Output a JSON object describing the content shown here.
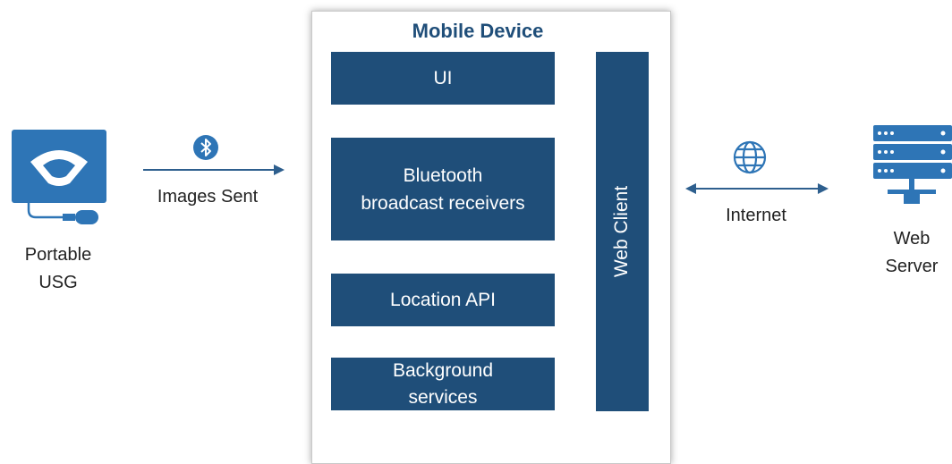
{
  "device": {
    "title": "Mobile Device",
    "blocks": [
      "UI",
      "Bluetooth\nbroadcast receivers",
      "Location API",
      "Background\nservices"
    ],
    "web_client": "Web Client"
  },
  "usg": {
    "label_line1": "Portable",
    "label_line2": "USG"
  },
  "link_left": {
    "label": "Images Sent",
    "icon": "bluetooth-icon"
  },
  "link_right": {
    "label": "Internet",
    "icon": "globe-icon"
  },
  "server": {
    "label_line1": "Web",
    "label_line2": "Server"
  },
  "colors": {
    "primary": "#1f4e79",
    "accent": "#2e75b6",
    "device_border": "#c9c9c9"
  }
}
